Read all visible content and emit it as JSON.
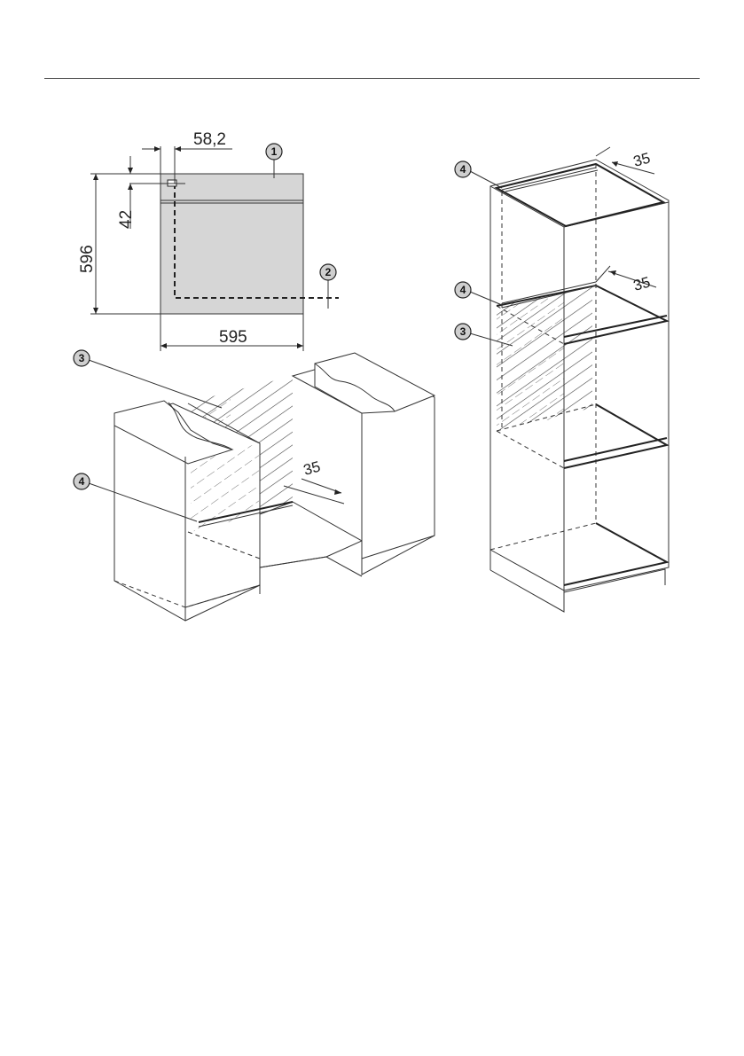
{
  "diagram": {
    "front_view": {
      "dimensions": {
        "top_offset": "58,2",
        "vertical_offset": "42",
        "height": "596",
        "width": "595"
      },
      "callouts": [
        "1",
        "2"
      ]
    },
    "base_unit_view": {
      "dimensions": {
        "gap": "35"
      },
      "callouts": [
        "3",
        "4"
      ]
    },
    "tall_unit_view": {
      "dimensions": {
        "top_gap": "35",
        "middle_gap": "35"
      },
      "callouts": [
        "4",
        "4",
        "3"
      ]
    }
  },
  "colors": {
    "line": "#333333",
    "panel": "#d6d6d6",
    "callout_fill": "#cfcfcf",
    "hatch": "#444444"
  }
}
